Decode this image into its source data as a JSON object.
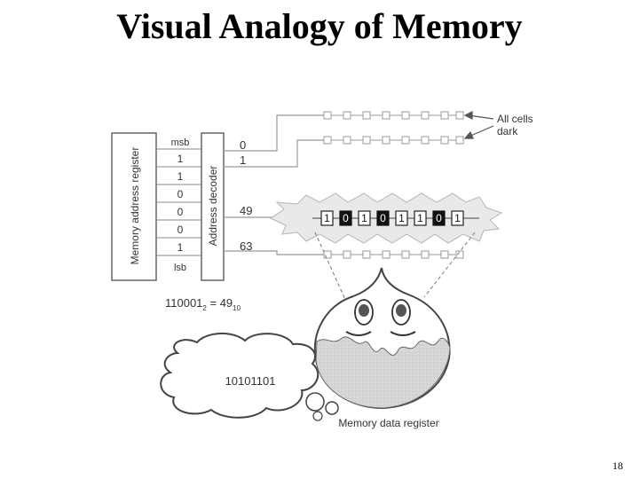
{
  "slide": {
    "title": "Visual Analogy of Memory",
    "page_number": "18"
  },
  "diagram": {
    "register_label": "Memory address register",
    "decoder_label": "Address decoder",
    "msb_label": "msb",
    "lsb_label": "lsb",
    "address_bits": [
      "1",
      "1",
      "0",
      "0",
      "0",
      "1"
    ],
    "row_labels": [
      "0",
      "1",
      "49",
      "63"
    ],
    "annotation_line1": "All cells",
    "annotation_line2": "dark",
    "cell_bits": [
      "1",
      "0",
      "1",
      "0",
      "1",
      "1",
      "0",
      "1"
    ],
    "equation_binary": "110001",
    "equation_base2": "2",
    "equation_equals": " = 49",
    "equation_base10": "10",
    "thought_value": "10101101",
    "data_register_label": "Memory data register"
  }
}
